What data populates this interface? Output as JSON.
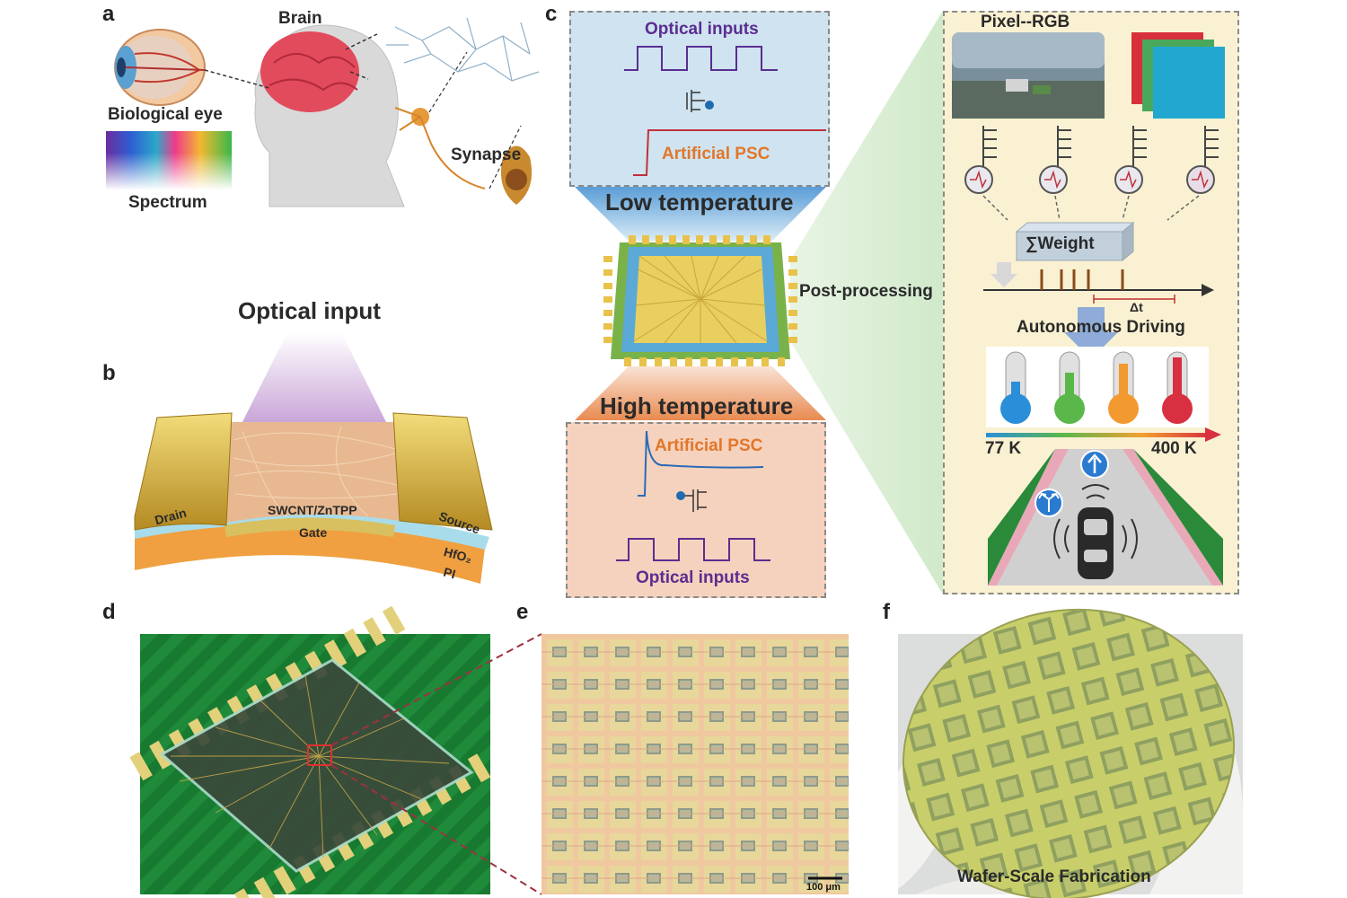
{
  "panels": {
    "a": "a",
    "b": "b",
    "c": "c",
    "d": "d",
    "e": "e",
    "f": "f"
  },
  "panel_a": {
    "brain": "Brain",
    "biological_eye": "Biological eye",
    "spectrum": "Spectrum",
    "synapse": "Synapse"
  },
  "panel_b": {
    "optical_input": "Optical input",
    "drain": "Drain",
    "source": "Source",
    "channel": "SWCNT/ZnTPP",
    "gate": "Gate",
    "dielectric": "HfO₂",
    "substrate": "PI"
  },
  "panel_c": {
    "top_optical": "Optical inputs",
    "top_psc": "Artificial PSC",
    "low_temp": "Low temperature",
    "high_temp": "High temperature",
    "bottom_psc": "Artificial PSC",
    "bottom_optical": "Optical inputs",
    "post_processing": "Post-processing",
    "pixel_rgb": "Pixel--RGB",
    "weight": "∑Weight",
    "delta_t": "Δt",
    "autonomous": "Autonomous Driving",
    "temp_min": "77 K",
    "temp_max": "400 K"
  },
  "panel_e": {
    "scale": "100 μm"
  },
  "panel_f": {
    "caption": "Wafer-Scale Fabrication"
  },
  "colors": {
    "purple": "#5b2d91",
    "orange": "#e2762a",
    "gold": "#d8b84a",
    "pcb_green": "#1f8a3a",
    "chip_blue": "#5aa9d6"
  }
}
